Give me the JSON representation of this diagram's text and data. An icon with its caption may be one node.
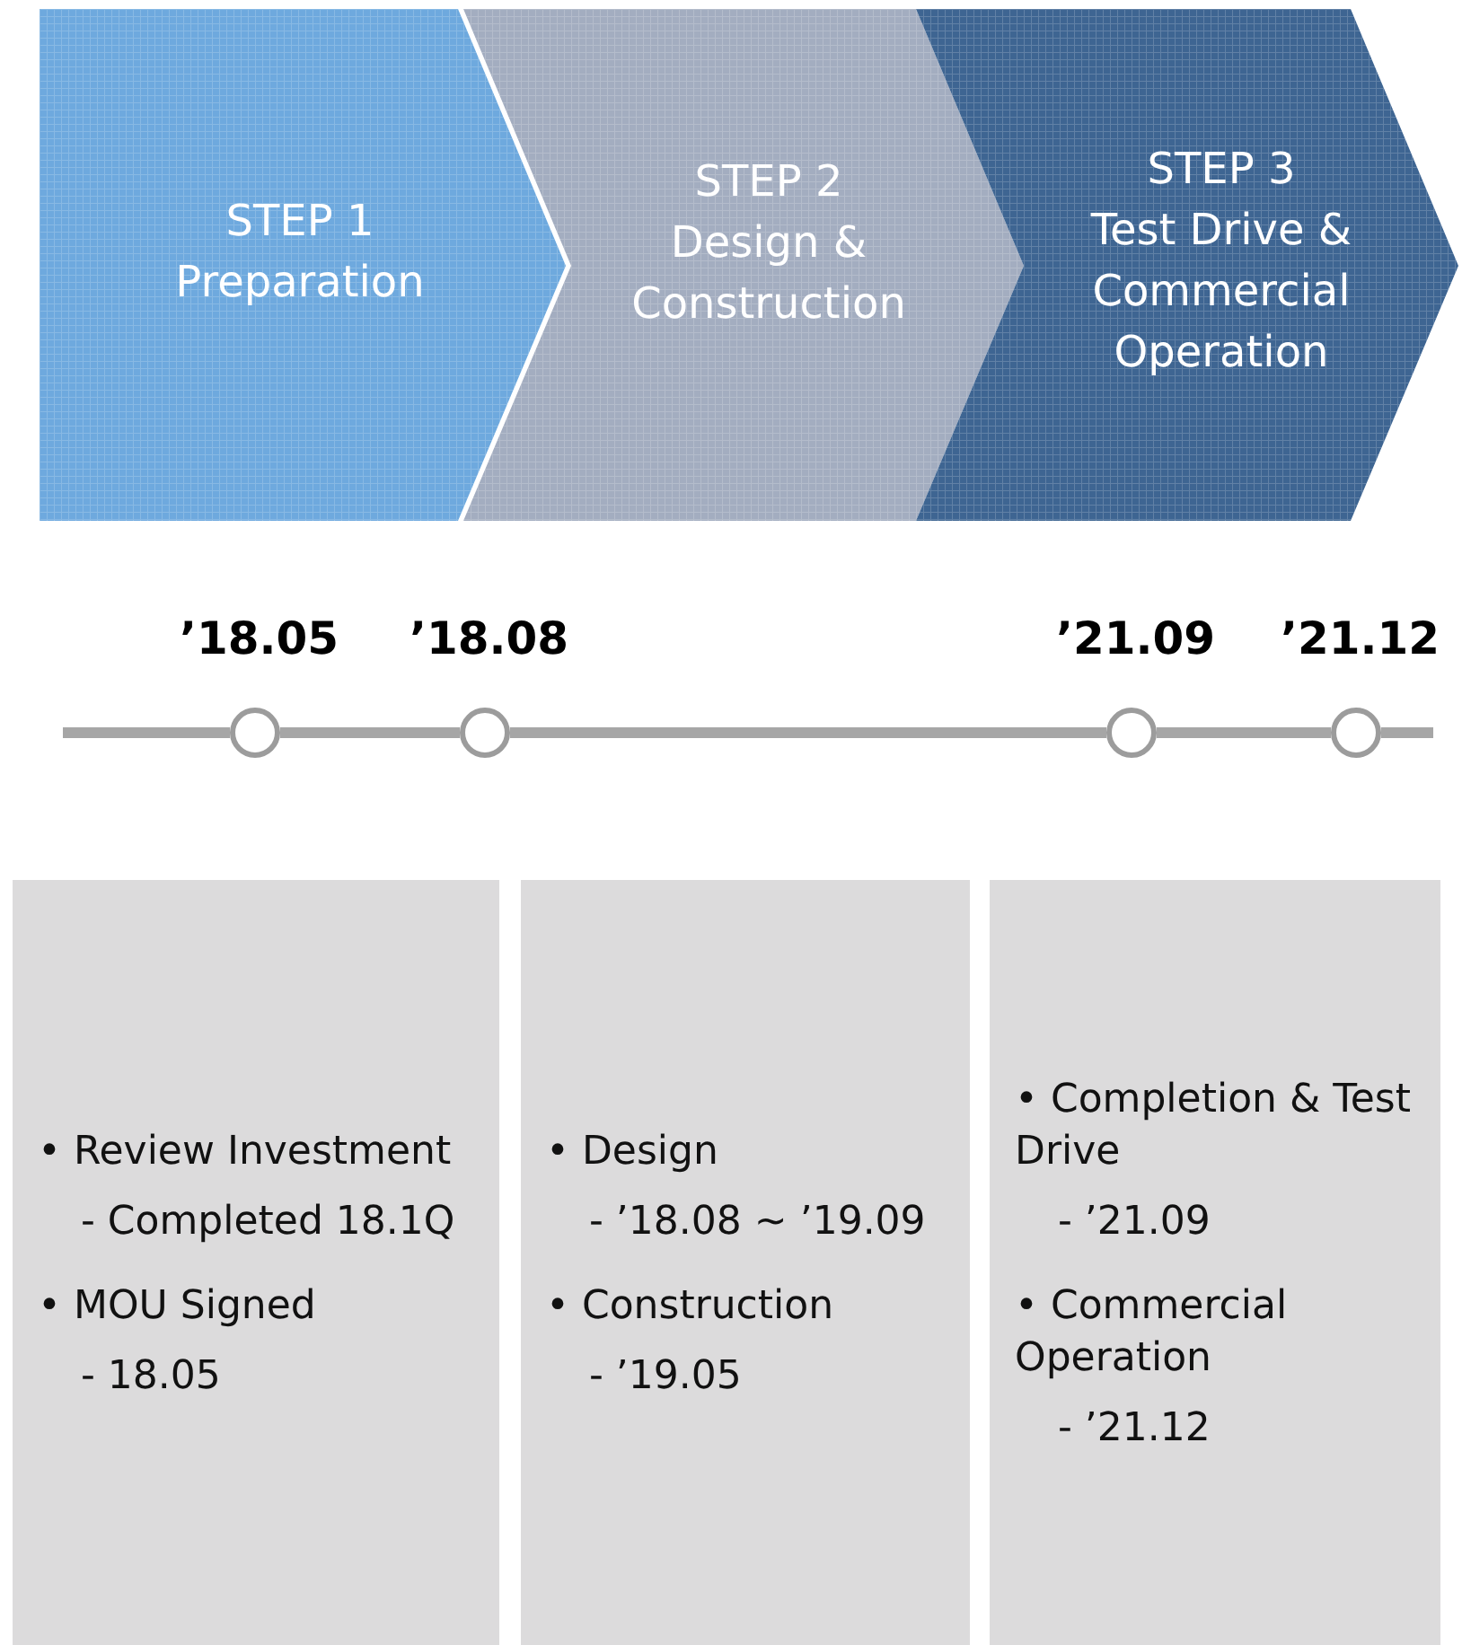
{
  "diagram": {
    "nodes": [
      {
        "text": [
          "STEP 1",
          "Preparation"
        ]
      },
      {
        "text": [
          "STEP 2",
          "Design & Construction"
        ]
      },
      {
        "text": [
          "STEP 3",
          "Test Drive & Commercial Operation"
        ]
      },
      {
        "text": [],
        "shape": "circle",
        "beside": [
          "’18.05"
        ]
      },
      {
        "text": [],
        "shape": "circle",
        "beside": [
          "’18.08"
        ]
      },
      {
        "text": [],
        "shape": "circle",
        "beside": [
          "’21.09"
        ]
      },
      {
        "text": [],
        "shape": "circle",
        "beside": [
          "’21.12"
        ]
      },
      {
        "text": [
          "• Review Investment",
          "- Completed 18.1Q",
          "• MOU Signed",
          "- 18.05"
        ]
      },
      {
        "text": [
          "• Design",
          "- ’18.08 ~ ’19.09",
          "• Construction",
          "- ’19.05"
        ]
      },
      {
        "text": [
          "• Completion & Test Drive",
          "- ’21.09",
          "• Commercial Operation",
          "- ’21.12"
        ]
      }
    ],
    "edges": [
      {
        "from": null,
        "to": 3,
        "arrow": "none"
      },
      {
        "from": 3,
        "to": 4,
        "arrow": "none"
      },
      {
        "from": 4,
        "to": 5,
        "arrow": "none"
      },
      {
        "from": 5,
        "to": 6,
        "arrow": "none"
      },
      {
        "from": 6,
        "to": null,
        "arrow": "none"
      }
    ]
  }
}
